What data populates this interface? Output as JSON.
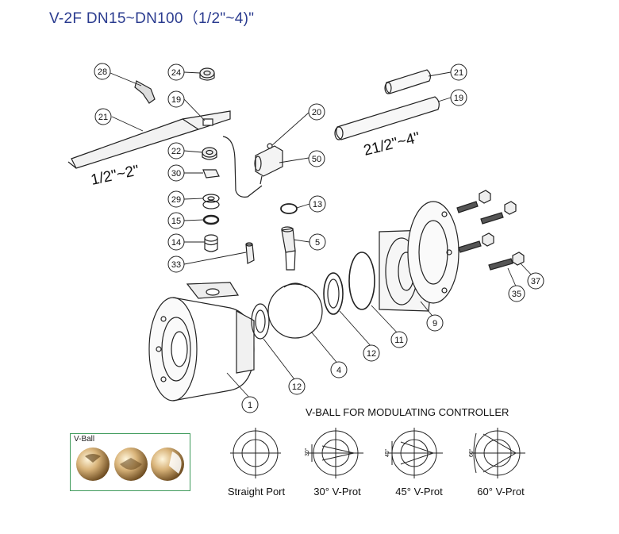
{
  "title": "V-2F DN15~DN100（1/2\"~4)\"",
  "size_labels": {
    "small": "1/2\"~2\"",
    "large": "21/2\"~4\""
  },
  "part_numbers": {
    "p28": "28",
    "p24": "24",
    "p19a": "19",
    "p21a": "21",
    "p22": "22",
    "p30": "30",
    "p29": "29",
    "p15": "15",
    "p14": "14",
    "p33": "33",
    "p20": "20",
    "p50": "50",
    "p21b": "21",
    "p19b": "19",
    "p13": "13",
    "p5": "5",
    "p35": "35",
    "p37": "37",
    "p9": "9",
    "p11": "11",
    "p12a": "12",
    "p12b": "12",
    "p4": "4",
    "p1": "1"
  },
  "vball_section": {
    "heading": "V-BALL FOR MODULATING CONTROLLER",
    "box_label": "V-Ball",
    "ports": [
      {
        "label": "Straight Port",
        "angle_label": ""
      },
      {
        "label": "30° V-Prot",
        "angle_label": "30°"
      },
      {
        "label": "45° V-Prot",
        "angle_label": "45°"
      },
      {
        "label": "60° V-Prot",
        "angle_label": "60°"
      }
    ]
  },
  "colors": {
    "title": "#2a3b8f",
    "line": "#222222",
    "box_border": "#3e9a5a",
    "metal": "#c9a46a"
  }
}
